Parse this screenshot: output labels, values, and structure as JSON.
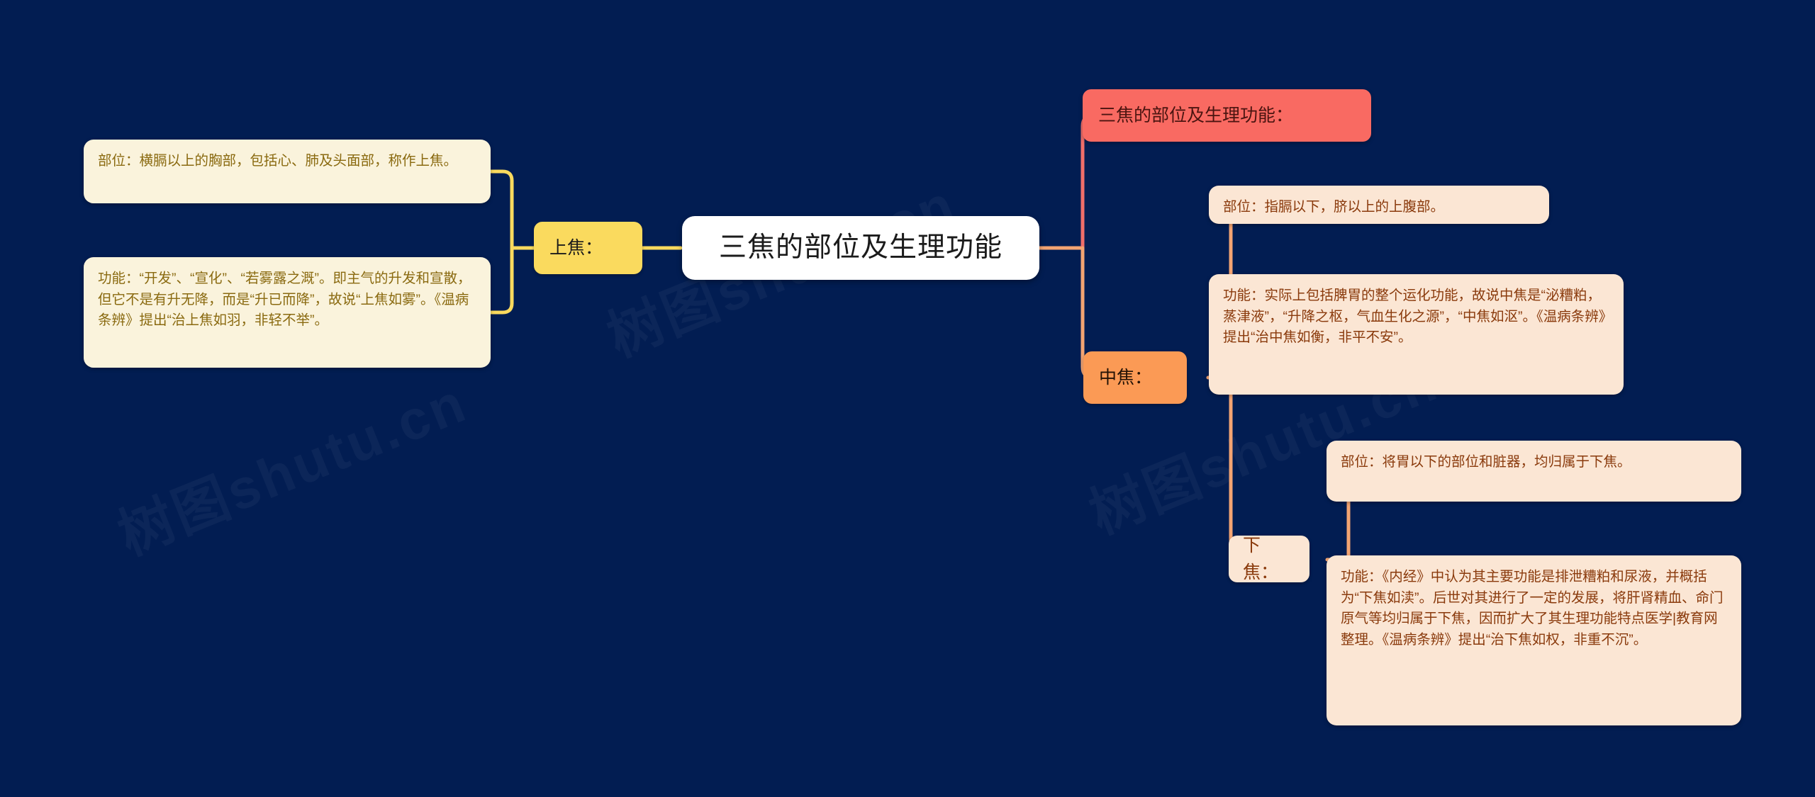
{
  "canvas": {
    "background_color": "#021d52",
    "watermark_text": "树图shutu.cn"
  },
  "colors": {
    "background": "#021d52",
    "root_fill": "#ffffff",
    "root_text": "#1b1b1b",
    "yellow_branch": "#fada5e",
    "yellow_leaf_fill": "#faf3dc",
    "yellow_leaf_text": "#8a6a10",
    "red_node_fill": "#f96a62",
    "red_node_text": "#4a1410",
    "red_link": "#ef6e6a",
    "orange_branch_fill": "#fb9a55",
    "orange_link": "#f3a472",
    "peach_fill": "#fbe6d4",
    "peach_text": "#8a3a0c"
  },
  "root": {
    "label": "三焦的部位及生理功能"
  },
  "branches": {
    "left": [
      {
        "label": "上焦：",
        "children": [
          {
            "label": "部位：横膈以上的胸部，包括心、肺及头面部，称作上焦。"
          },
          {
            "label": "功能：“开发”、“宣化”、“若雾露之溉”。即主气的升发和宣散，但它不是有升无降，而是“升已而降”，故说“上焦如雾”。《温病条辨》提出“治上焦如羽，非轻不举”。"
          }
        ]
      }
    ],
    "right": [
      {
        "label": "三焦的部位及生理功能：",
        "children": []
      },
      {
        "label": "中焦：",
        "children": [
          {
            "label": "部位：指膈以下，脐以上的上腹部。"
          },
          {
            "label": "功能：实际上包括脾胃的整个运化功能，故说中焦是“泌糟粕，蒸津液”，“升降之枢，气血生化之源”，“中焦如沤”。《温病条辨》提出“治中焦如衡，非平不安”。"
          }
        ]
      },
      {
        "label": "下焦：",
        "children": [
          {
            "label": "部位：将胃以下的部位和脏器，均归属于下焦。"
          },
          {
            "label": "功能：《内经》中认为其主要功能是排泄糟粕和尿液，并概括为“下焦如渎”。后世对其进行了一定的发展，将肝肾精血、命门原气等均归属于下焦，因而扩大了其生理功能特点医学|教育网整理。《温病条辨》提出“治下焦如权，非重不沉”。"
          }
        ]
      }
    ]
  }
}
